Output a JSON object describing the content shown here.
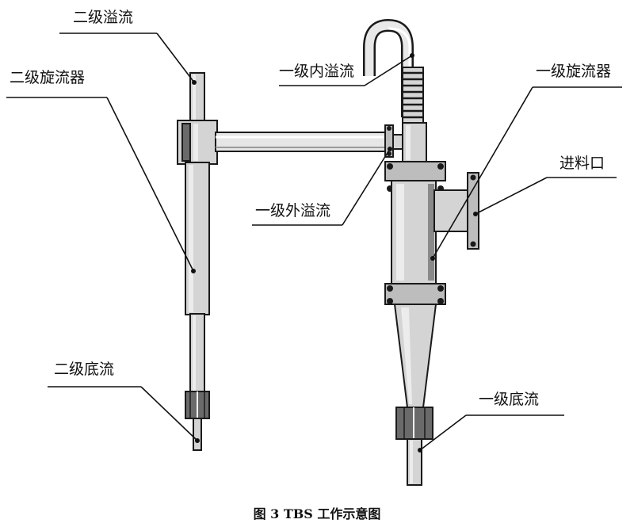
{
  "labels": {
    "secondary_overflow": "二级溢流",
    "secondary_cyclone": "二级旋流器",
    "primary_inner_overflow": "一级内溢流",
    "primary_cyclone": "一级旋流器",
    "feed_inlet": "进料口",
    "primary_outer_overflow": "一级外溢流",
    "secondary_underflow": "二级底流",
    "primary_underflow": "一级底流"
  },
  "caption": "图 3  TBS 工作示意图"
}
